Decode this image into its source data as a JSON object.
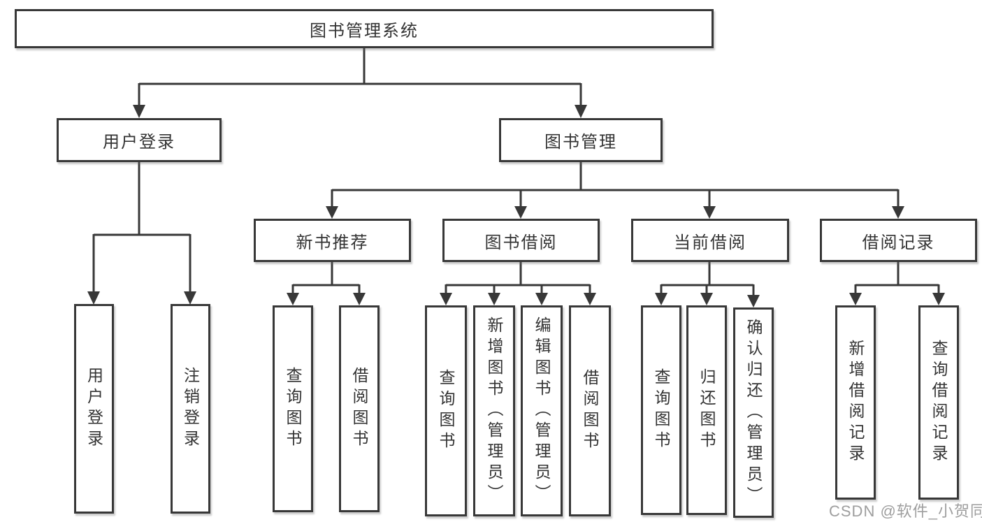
{
  "root": {
    "label": "图书管理系统"
  },
  "branches": {
    "user": {
      "label": "用户登录",
      "children": [
        "用户登录",
        "注销登录"
      ]
    },
    "management": {
      "label": "图书管理",
      "sections": [
        {
          "label": "新书推荐",
          "children": [
            "查询图书",
            "借阅图书"
          ]
        },
        {
          "label": "图书借阅",
          "children": [
            "查询图书",
            "新增图书（管理员）",
            "编辑图书（管理员）",
            "借阅图书"
          ]
        },
        {
          "label": "当前借阅",
          "children": [
            "查询图书",
            "归还图书",
            "确认归还（管理员）"
          ]
        },
        {
          "label": "借阅记录",
          "children": [
            "新增借阅记录",
            "查询借阅记录"
          ]
        }
      ]
    }
  },
  "watermark": {
    "text": "CSDN @软件_小贺同学"
  },
  "colors": {
    "line": "#383838",
    "text": "#333333",
    "watermark": "#9e9e9e"
  }
}
